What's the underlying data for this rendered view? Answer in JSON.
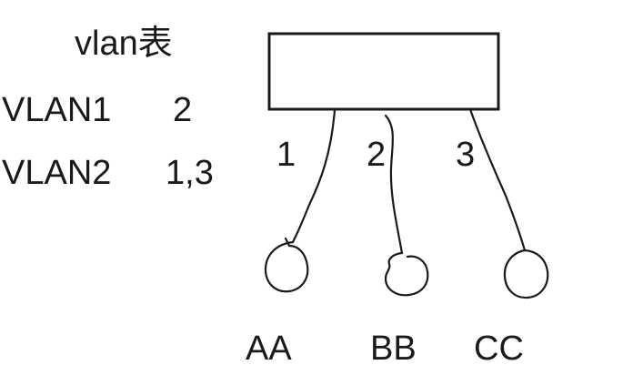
{
  "vlan_table": {
    "title": "vlan表",
    "rows": [
      {
        "name": "VLAN1",
        "ports": "2"
      },
      {
        "name": "VLAN2",
        "ports": "1,3"
      }
    ]
  },
  "switch": {
    "ports": [
      "1",
      "2",
      "3"
    ]
  },
  "hosts": [
    "AA",
    "BB",
    "CC"
  ],
  "colors": {
    "stroke": "#1a1a1a",
    "text": "#1a1a1a",
    "background": "#ffffff"
  }
}
